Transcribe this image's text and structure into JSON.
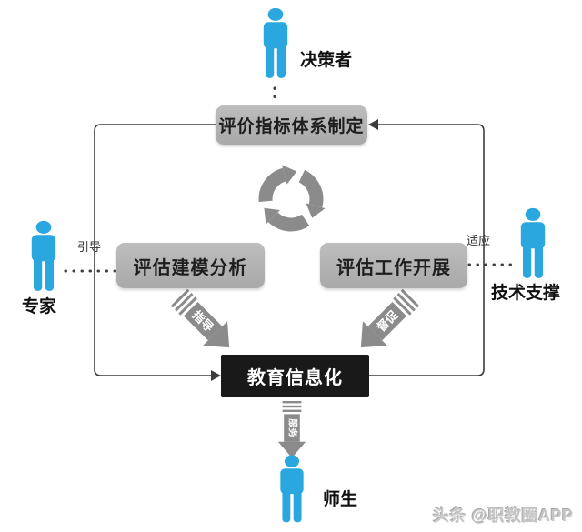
{
  "actors": {
    "decision_maker": {
      "label": "决策者"
    },
    "expert": {
      "label": "专家"
    },
    "tech_support": {
      "label": "技术支撑"
    },
    "teachers_students": {
      "label": "师生"
    }
  },
  "boxes": {
    "top": {
      "label": "评价指标体系制定"
    },
    "left": {
      "label": "评估建模分析"
    },
    "right": {
      "label": "评估工作开展"
    },
    "center": {
      "label": "教育信息化"
    }
  },
  "edge_labels": {
    "guide": "引导",
    "adapt": "适应",
    "instruct": "指导",
    "supervise": "督促",
    "serve": "服务"
  },
  "watermark": {
    "text": "头条 @职教圈APP"
  },
  "colors": {
    "person_blue": "#2aa7de",
    "box_gray": "#b4b4b4",
    "box_text": "#1e1e1e",
    "dark_box": "#191919",
    "arrow_gray": "#8b8b8b",
    "line": "#3c3c3c",
    "watermark_gray": "#c6c6c6"
  }
}
